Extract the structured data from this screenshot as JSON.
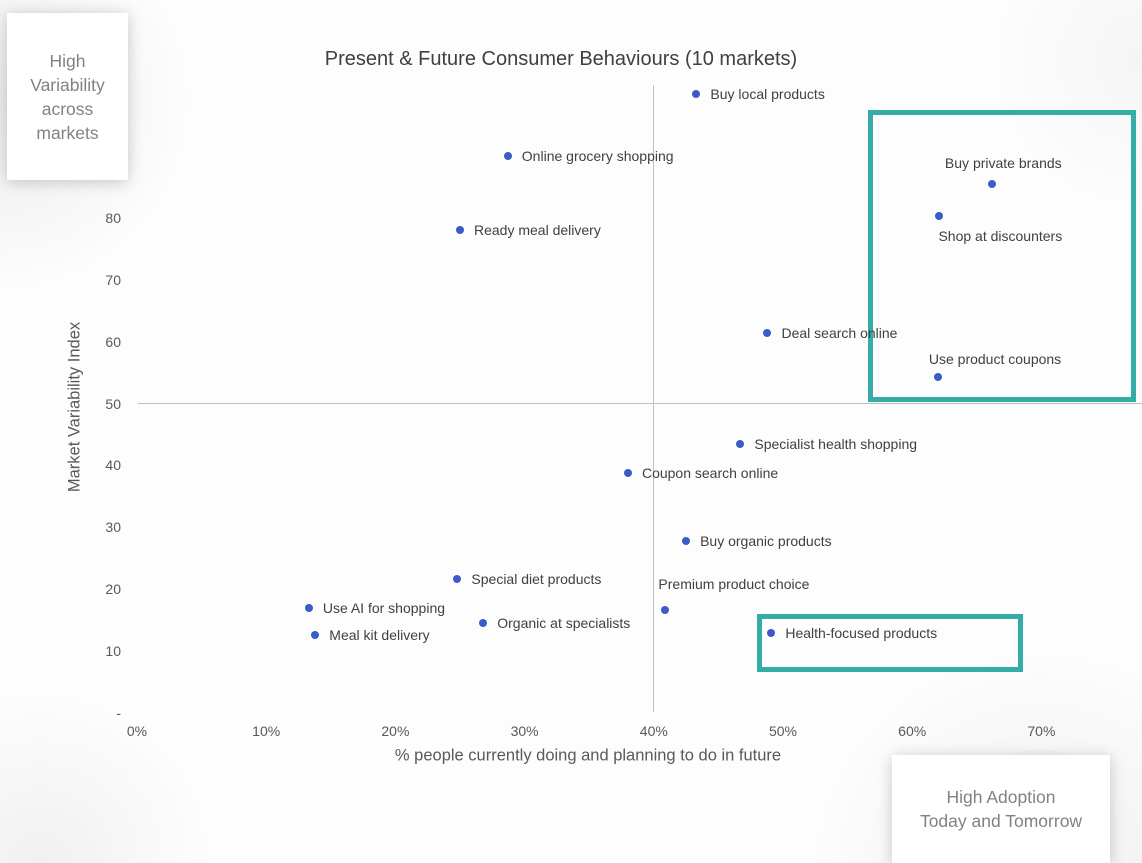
{
  "quadrant_annotations": {
    "top_left": {
      "text": "High Variability across markets"
    },
    "bottom_right": {
      "line1": "High Adoption",
      "line2": "Today and Tomorrow"
    }
  },
  "chart_data": {
    "type": "scatter",
    "title": "Present & Future Consumer Behaviours (10 markets)",
    "xlabel": "% people currently doing and planning to do in future",
    "ylabel": "Market Variability Index",
    "xlim": [
      0,
      77.8
    ],
    "ylim": [
      0,
      101.5
    ],
    "grid": "quadrant-crosshair-only",
    "legend": "none",
    "crosshair": {
      "x": 40,
      "y": 50
    },
    "x_ticks": [
      {
        "label": "0%",
        "value": 0
      },
      {
        "label": "10%",
        "value": 10
      },
      {
        "label": "20%",
        "value": 20
      },
      {
        "label": "30%",
        "value": 30
      },
      {
        "label": "40%",
        "value": 40
      },
      {
        "label": "50%",
        "value": 50
      },
      {
        "label": "60%",
        "value": 60
      },
      {
        "label": "70%",
        "value": 70
      }
    ],
    "y_ticks": [
      {
        "label": "80",
        "value": 80
      },
      {
        "label": "70",
        "value": 70
      },
      {
        "label": "60",
        "value": 60
      },
      {
        "label": "50",
        "value": 50
      },
      {
        "label": "40",
        "value": 40
      },
      {
        "label": "30",
        "value": 30
      },
      {
        "label": "20",
        "value": 20
      },
      {
        "label": "10",
        "value": 10
      },
      {
        "label": "-",
        "value": 0
      }
    ],
    "points": [
      {
        "label": "Buy local products",
        "x": 43.3,
        "y": 100.0,
        "anchor": "start",
        "dx": 14,
        "dy": 0
      },
      {
        "label": "Online grocery shopping",
        "x": 28.7,
        "y": 90.0,
        "anchor": "start",
        "dx": 14,
        "dy": 0
      },
      {
        "label": "Buy private brands",
        "x": 66.2,
        "y": 85.5,
        "anchor": "middle",
        "dx": 11,
        "dy": -21
      },
      {
        "label": "Shop at discounters",
        "x": 62.1,
        "y": 80.3,
        "anchor": "middle",
        "dx": 61,
        "dy": 20
      },
      {
        "label": "Ready meal delivery",
        "x": 25.0,
        "y": 78.0,
        "anchor": "start",
        "dx": 14,
        "dy": 0
      },
      {
        "label": "Deal search online",
        "x": 48.8,
        "y": 61.4,
        "anchor": "start",
        "dx": 14,
        "dy": 0
      },
      {
        "label": "Use product coupons",
        "x": 62.0,
        "y": 54.3,
        "anchor": "middle",
        "dx": 57,
        "dy": -18
      },
      {
        "label": "Specialist health shopping",
        "x": 46.7,
        "y": 43.5,
        "anchor": "start",
        "dx": 14,
        "dy": 0
      },
      {
        "label": "Coupon search online",
        "x": 38.0,
        "y": 38.8,
        "anchor": "start",
        "dx": 14,
        "dy": 0
      },
      {
        "label": "Buy organic products",
        "x": 42.5,
        "y": 27.8,
        "anchor": "start",
        "dx": 14,
        "dy": 0
      },
      {
        "label": "Special diet products",
        "x": 24.8,
        "y": 21.6,
        "anchor": "start",
        "dx": 14,
        "dy": 0
      },
      {
        "label": "Premium product choice",
        "x": 40.9,
        "y": 16.6,
        "anchor": "start",
        "dx": -7,
        "dy": -26
      },
      {
        "label": "Use AI for shopping",
        "x": 13.3,
        "y": 17.0,
        "anchor": "start",
        "dx": 14,
        "dy": 0
      },
      {
        "label": "Organic at specialists",
        "x": 26.8,
        "y": 14.5,
        "anchor": "start",
        "dx": 14,
        "dy": 0
      },
      {
        "label": "Meal kit delivery",
        "x": 13.8,
        "y": 12.6,
        "anchor": "start",
        "dx": 14,
        "dy": 0
      },
      {
        "label": "Health-focused products",
        "x": 49.1,
        "y": 12.9,
        "anchor": "start",
        "dx": 14,
        "dy": 0
      }
    ],
    "highlight_boxes": [
      {
        "name": "high-adoption-high-variability-region",
        "x1": 56.6,
        "y1": 50.2,
        "x2": 77.3,
        "y2": 97.4
      },
      {
        "name": "health-focused-products-region",
        "x1": 48.0,
        "y1": 6.6,
        "x2": 68.6,
        "y2": 16.0
      }
    ],
    "colors": {
      "point": "#3c5ac8",
      "highlight_border": "#35aca6",
      "gridline": "#bfbfbf",
      "title_text": "#404040",
      "label_text": "#404040",
      "tick_text": "#595959",
      "annotation_text": "#828282"
    }
  }
}
